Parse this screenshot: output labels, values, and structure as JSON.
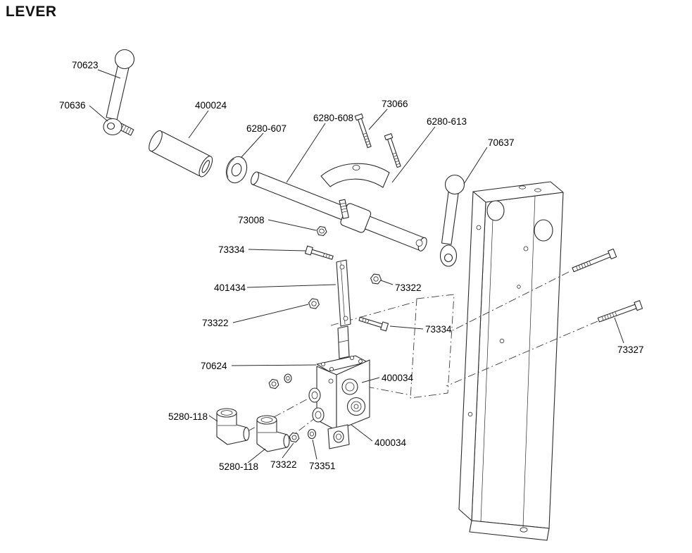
{
  "title": "LEVER",
  "colors": {
    "line": "#2b2b2b",
    "background": "#ffffff",
    "text": "#000000"
  },
  "labels": [
    "70623",
    "70636",
    "400024",
    "6280-607",
    "6280-608",
    "73066",
    "6280-613",
    "70637",
    "73008",
    "73334",
    "401434",
    "73322",
    "73322",
    "73334",
    "73327",
    "70624",
    "400034",
    "5280-118",
    "5280-118",
    "73322",
    "73351",
    "400034"
  ]
}
